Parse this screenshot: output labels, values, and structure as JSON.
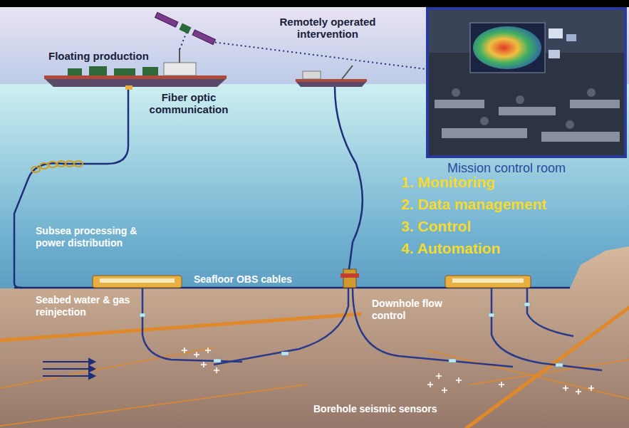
{
  "diagram": {
    "labels": [
      "Remotely operated intervention",
      "Floating production",
      "Fiber optic communication",
      "Mission control room",
      "1. Monitoring",
      "2. Data management",
      "3. Control",
      "4. Automation",
      "Subsea processing & power distribution",
      "Seafloor OBS cables",
      "Seabed water & gas reinjection",
      "Downhole flow control",
      "Borehole seismic sensors"
    ]
  }
}
